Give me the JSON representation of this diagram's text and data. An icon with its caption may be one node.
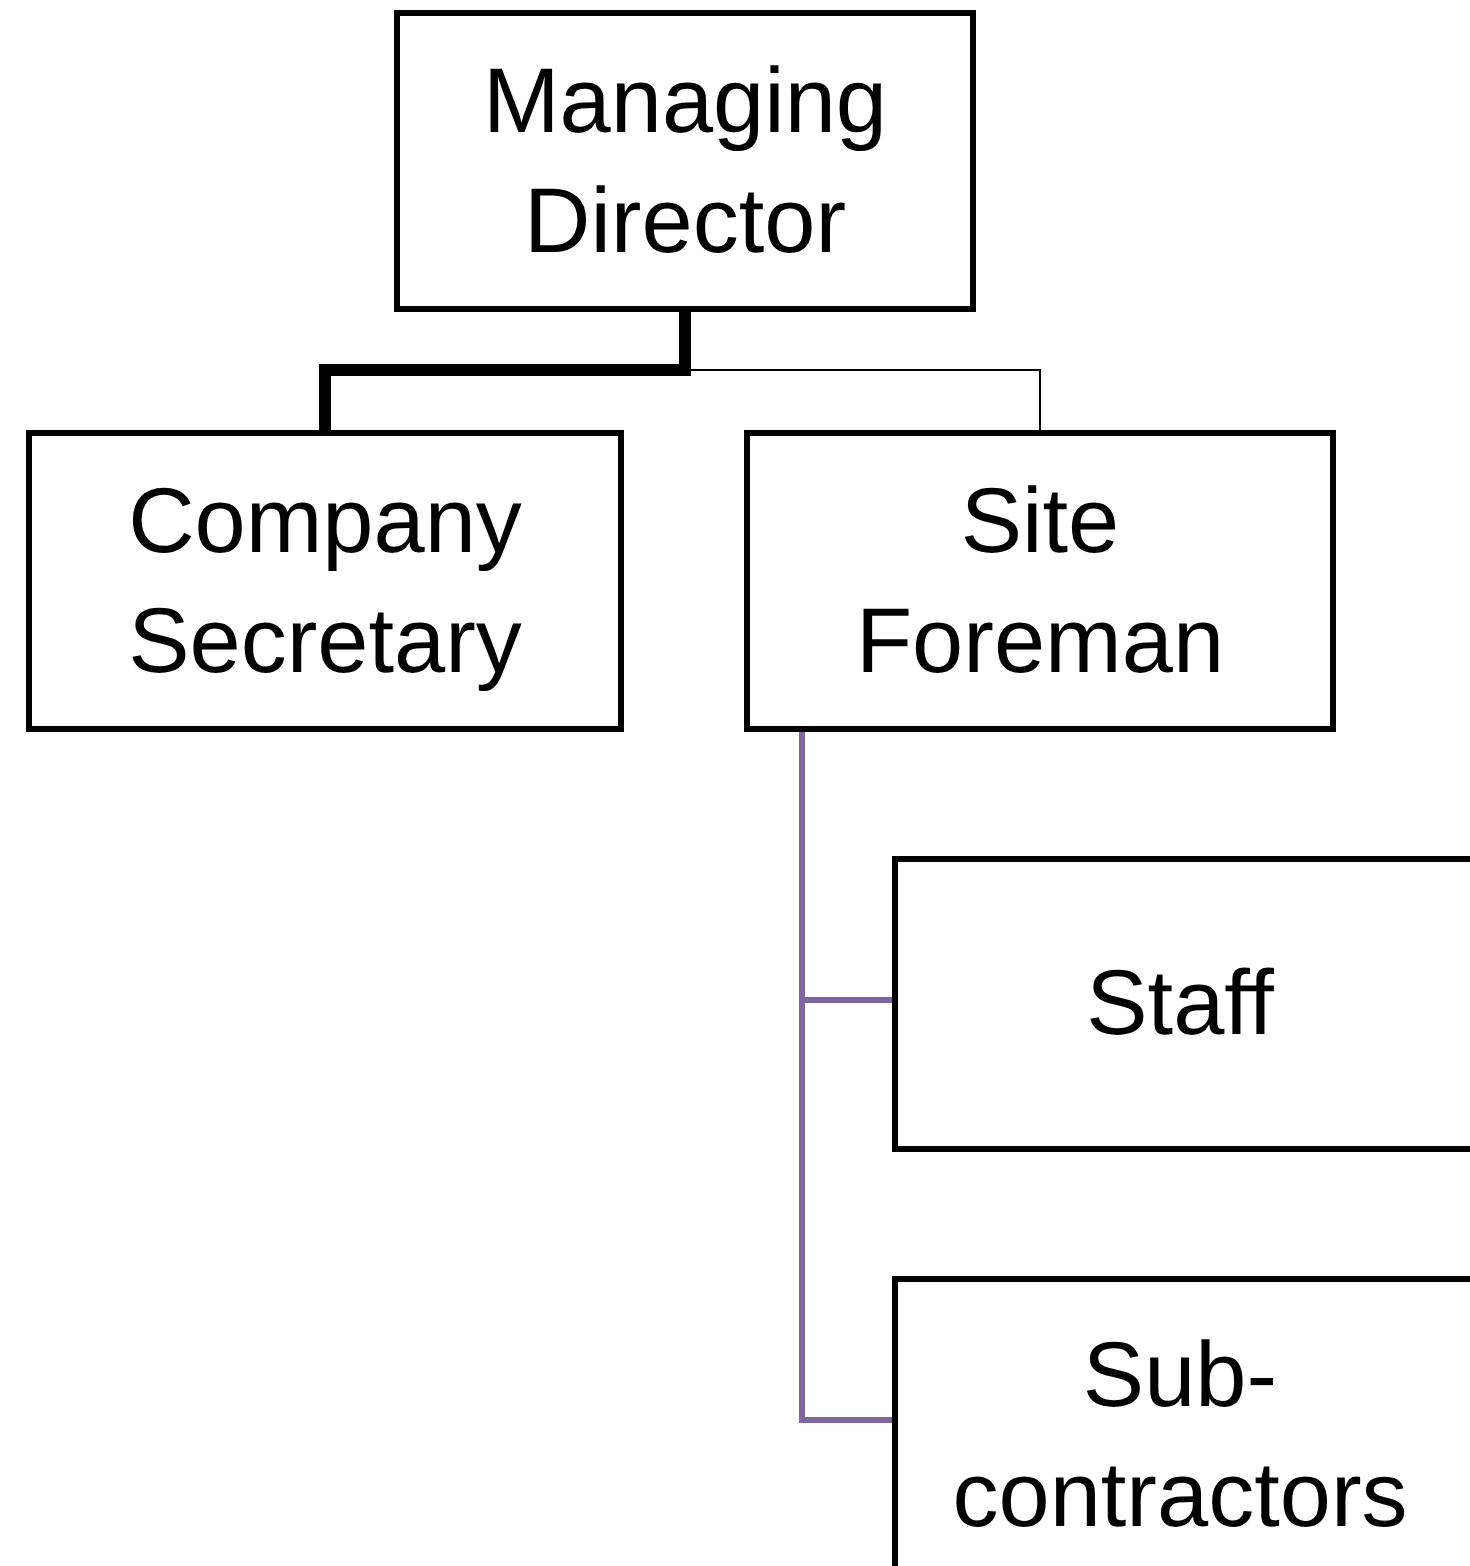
{
  "diagram": {
    "nodes": [
      {
        "text": [
          "Managing Director"
        ]
      },
      {
        "text": [
          "Company Secretary"
        ]
      },
      {
        "text": [
          "Site Foreman"
        ]
      },
      {
        "text": [
          "Staff"
        ]
      },
      {
        "text": [
          "Sub- contractors"
        ]
      }
    ],
    "edges": [
      {
        "from": 0,
        "to": 1,
        "arrow": "none",
        "style": "thick",
        "color": "#000000"
      },
      {
        "from": 0,
        "to": 2,
        "arrow": "none",
        "color": "#000000"
      },
      {
        "from": 2,
        "to": 3,
        "arrow": "none",
        "color": "#7f659f"
      },
      {
        "from": 2,
        "to": 4,
        "arrow": "none",
        "color": "#7f659f"
      }
    ]
  }
}
